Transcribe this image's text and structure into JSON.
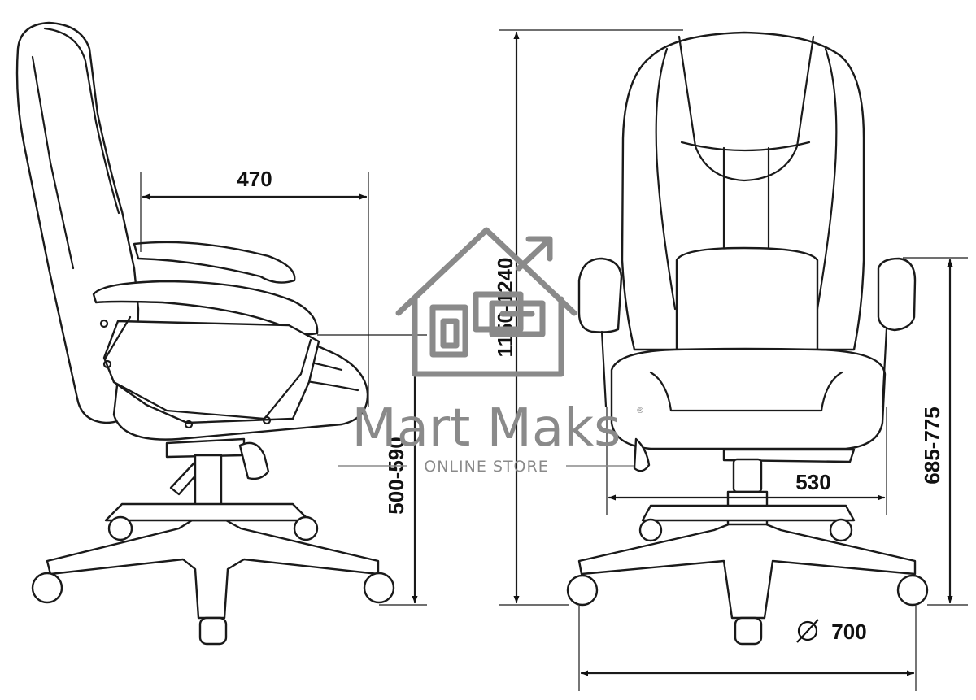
{
  "dimensions": {
    "seat_depth": "470",
    "total_height": "1150-1240",
    "seat_height": "500-590",
    "armrest_height": "685-775",
    "seat_width": "530",
    "base_diameter": "700",
    "diameter_symbol": "∅"
  },
  "watermark": {
    "brand": "Mart Maks",
    "tagline": "ONLINE STORE",
    "registered_mark": "®"
  }
}
